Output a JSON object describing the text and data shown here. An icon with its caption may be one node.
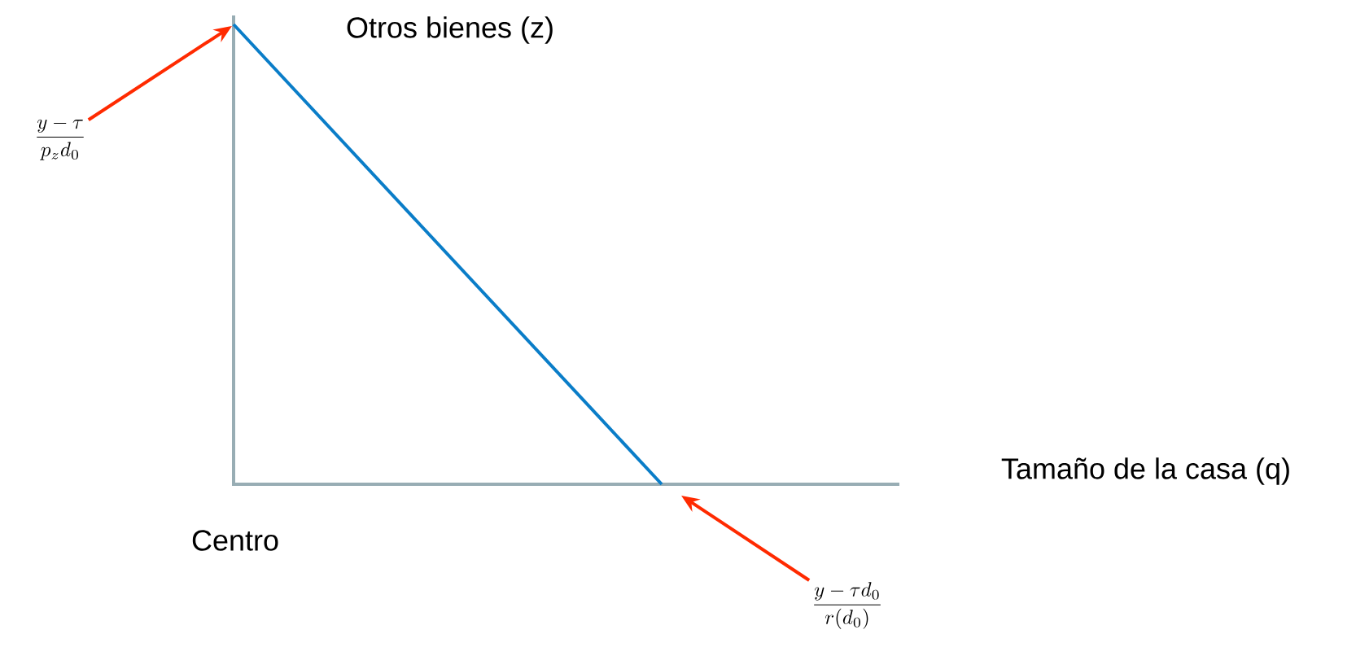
{
  "diagram": {
    "nodes": [
      {
        "text": [
          "\\frac{y-\\tau}{p_z d_0}"
        ]
      },
      {
        "text": [
          "\\frac{y-\\tau d_0}{r(d_0)}"
        ]
      }
    ],
    "edges": [
      {
        "from": 0,
        "to": null,
        "arrow": "to"
      },
      {
        "from": 1,
        "to": null,
        "arrow": "to"
      }
    ],
    "labels": [
      "Otros bienes (z)",
      "Tamaño de la casa (q)",
      "Centro"
    ]
  }
}
